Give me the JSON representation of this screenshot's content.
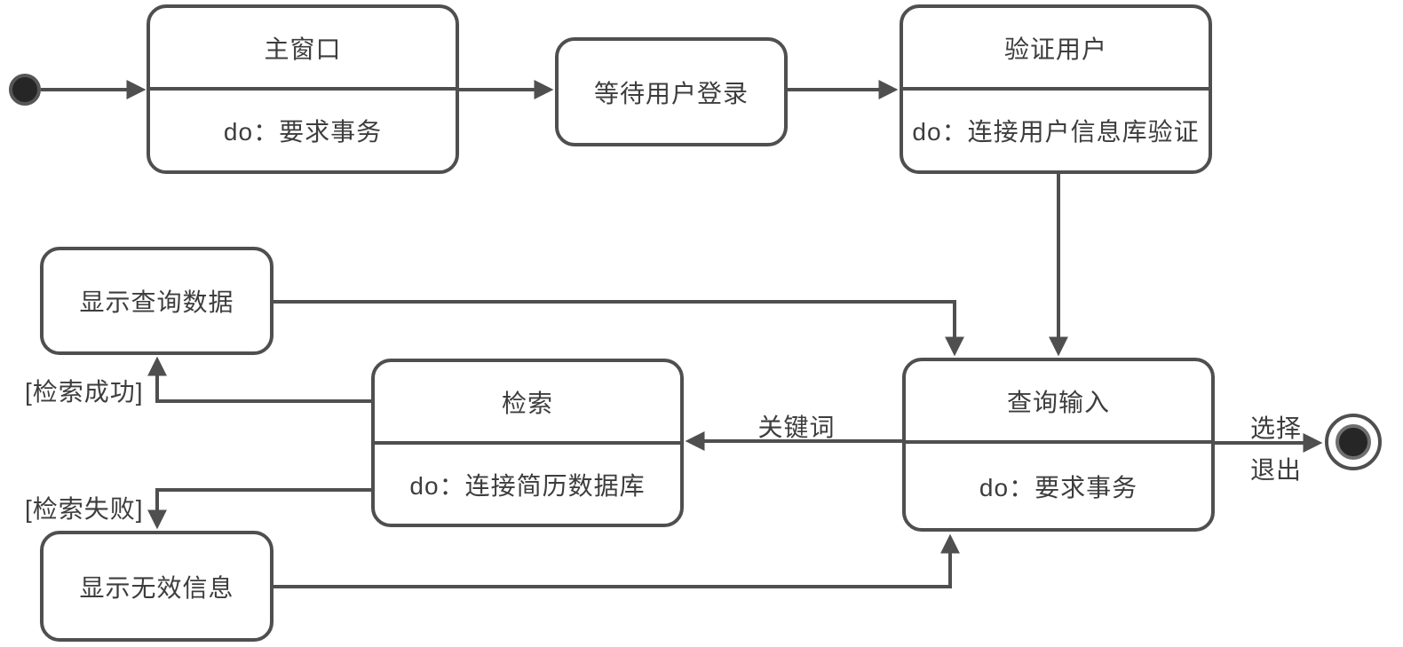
{
  "colors": {
    "stroke": "#4f4f4f",
    "text": "#3d3d3d",
    "background": "#ffffff",
    "node_fill": "#ffffff",
    "terminal_fill": "#262626"
  },
  "states": {
    "main_window": {
      "title": "主窗口",
      "activity": "do：要求事务"
    },
    "wait_login": {
      "title": "等待用户登录"
    },
    "verify_user": {
      "title": "验证用户",
      "activity": "do：连接用户信息库验证"
    },
    "display_query_data": {
      "title": "显示查询数据"
    },
    "search": {
      "title": "检索",
      "activity": "do：连接简历数据库"
    },
    "query_input": {
      "title": "查询输入",
      "activity": "do：要求事务"
    },
    "display_invalid": {
      "title": "显示无效信息"
    }
  },
  "transitions": {
    "search_success": "[检索成功]",
    "search_fail": "[检索失败]",
    "keyword": "关键词",
    "select": "选择",
    "exit": "退出"
  },
  "icons": {
    "initial_state": "initial-state-dot",
    "final_state": "final-state-bullseye"
  }
}
